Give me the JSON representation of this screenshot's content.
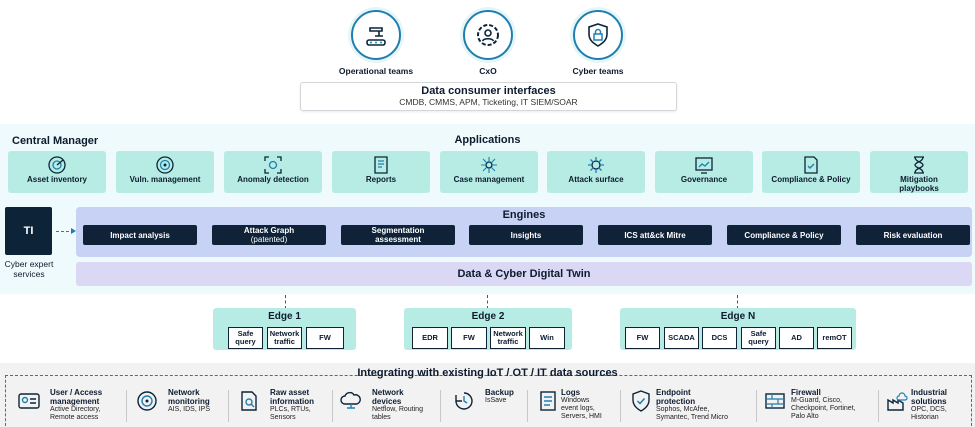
{
  "personas": [
    {
      "label": "Operational teams",
      "icon": "robot-arm-icon"
    },
    {
      "label": "CxO",
      "icon": "gear-person-icon"
    },
    {
      "label": "Cyber teams",
      "icon": "shield-lock-icon"
    }
  ],
  "consumer": {
    "title": "Data consumer interfaces",
    "subtitle": "CMDB, CMMS, APM, Ticketing, IT SIEM/SOAR"
  },
  "central_manager": {
    "title": "Central Manager"
  },
  "applications": {
    "title": "Applications",
    "items": [
      {
        "label": "Asset inventory",
        "icon": "radar-icon"
      },
      {
        "label": "Vuln. management",
        "icon": "target-icon"
      },
      {
        "label": "Anomaly detection",
        "icon": "scan-eye-icon"
      },
      {
        "label": "Reports",
        "icon": "report-icon"
      },
      {
        "label": "Case management",
        "icon": "network-node-icon"
      },
      {
        "label": "Attack surface",
        "icon": "virus-icon"
      },
      {
        "label": "Governance",
        "icon": "dashboard-icon"
      },
      {
        "label": "Compliance & Policy",
        "icon": "document-check-icon"
      },
      {
        "label": "Mitigation playbooks",
        "icon": "hourglass-icon"
      }
    ]
  },
  "ti": {
    "label": "TI",
    "caption": "Cyber expert services"
  },
  "engines": {
    "title": "Engines",
    "items": [
      {
        "label": "Impact analysis",
        "sub": ""
      },
      {
        "label": "Attack Graph",
        "sub": "(patented)"
      },
      {
        "label": "Segmentation assessment",
        "sub": ""
      },
      {
        "label": "Insights",
        "sub": ""
      },
      {
        "label": "ICS att&ck Mitre",
        "sub": ""
      },
      {
        "label": "Compliance & Policy",
        "sub": ""
      },
      {
        "label": "Risk evaluation",
        "sub": ""
      }
    ]
  },
  "twin": {
    "label": "Data & Cyber Digital Twin"
  },
  "edges": [
    {
      "title": "Edge 1",
      "chips": [
        "Safe query",
        "Network traffic",
        "FW"
      ]
    },
    {
      "title": "Edge 2",
      "chips": [
        "EDR",
        "FW",
        "Network traffic",
        "Win"
      ]
    },
    {
      "title": "Edge N",
      "chips": [
        "FW",
        "SCADA",
        "DCS",
        "Safe query",
        "AD",
        "remOT"
      ]
    }
  ],
  "integration": {
    "title": "Integrating with existing IoT / OT / IT data sources",
    "sources": [
      {
        "title": "User / Access management",
        "desc": "Active Directory, Remote access",
        "icon": "user-card-icon"
      },
      {
        "title": "Network monitoring",
        "desc": "AIS, IDS, IPS",
        "icon": "radar-target-icon"
      },
      {
        "title": "Raw asset information",
        "desc": "PLCs, RTUs, Sensors",
        "icon": "document-search-icon"
      },
      {
        "title": "Network devices",
        "desc": "Netflow, Routing tables",
        "icon": "cloud-network-icon"
      },
      {
        "title": "Backup",
        "desc": "IsSave",
        "icon": "backup-clock-icon"
      },
      {
        "title": "Logs",
        "desc": "Windows event logs, Servers, HMI",
        "icon": "log-list-icon"
      },
      {
        "title": "Endpoint protection",
        "desc": "Sophos, McAfee, Symantec, Trend Micro",
        "icon": "shield-check-icon"
      },
      {
        "title": "Firewall",
        "desc": "M-Guard, Cisco, Checkpoint, Fortinet, Palo Alto",
        "icon": "firewall-icon"
      },
      {
        "title": "Industrial solutions",
        "desc": "OPC, DCS, Historian",
        "icon": "factory-cloud-icon"
      }
    ]
  }
}
